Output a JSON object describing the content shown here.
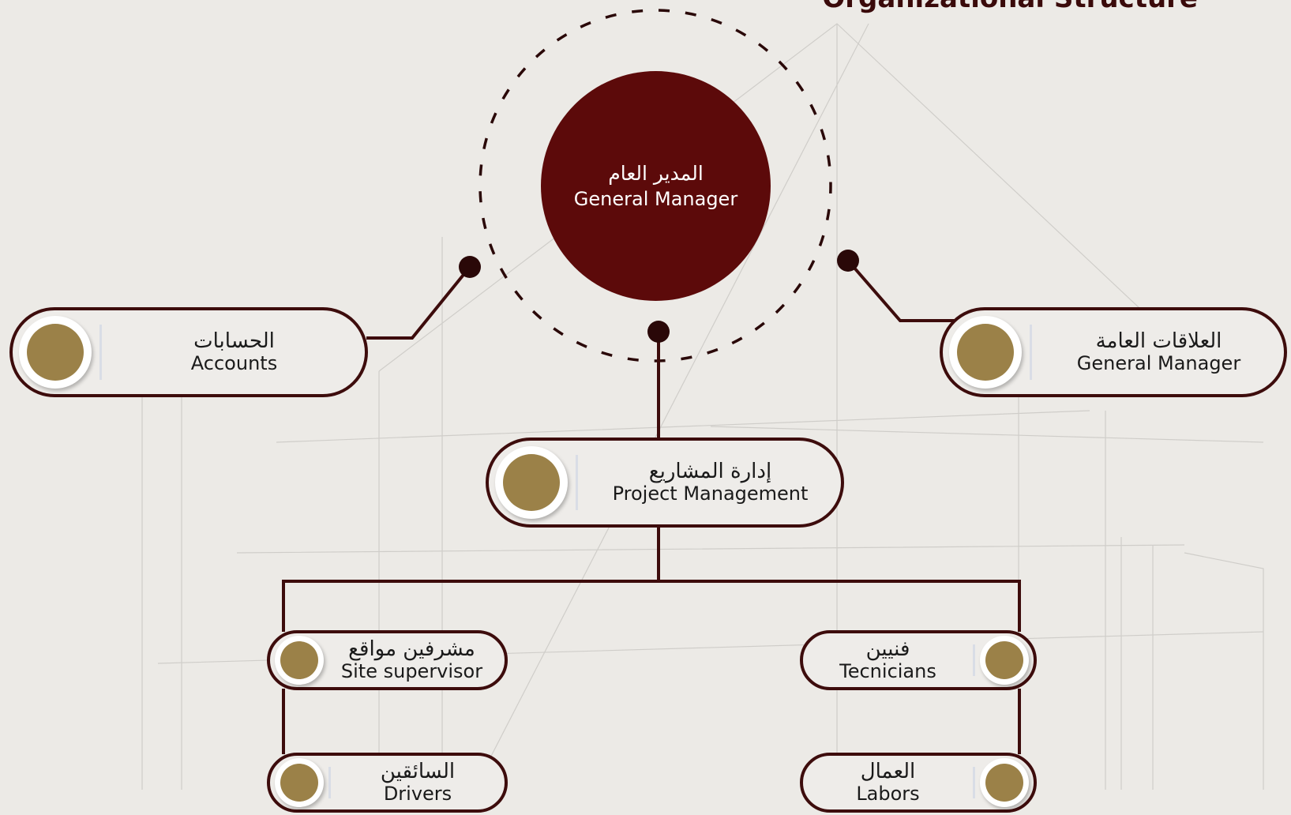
{
  "title": "Organizational Structure",
  "colors": {
    "maroon": "#5c0a0a",
    "outline": "#3d0c0c",
    "gold": "#9b8148",
    "background": "#eceae6"
  },
  "root": {
    "ar": "المدير العام",
    "en": "General Manager"
  },
  "nodes": {
    "accounts": {
      "ar": "الحسابات",
      "en": "Accounts"
    },
    "public_relations": {
      "ar": "العلاقات العامة",
      "en": "General Manager"
    },
    "project_management": {
      "ar": "إدارة المشاريع",
      "en": "Project Management"
    },
    "site_supervisor": {
      "ar": "مشرفين مواقع",
      "en": "Site supervisor"
    },
    "technicians": {
      "ar": "فنيين",
      "en": "Tecnicians"
    },
    "drivers": {
      "ar": "السائقين",
      "en": "Drivers"
    },
    "labors": {
      "ar": "العمال",
      "en": "Labors"
    }
  }
}
